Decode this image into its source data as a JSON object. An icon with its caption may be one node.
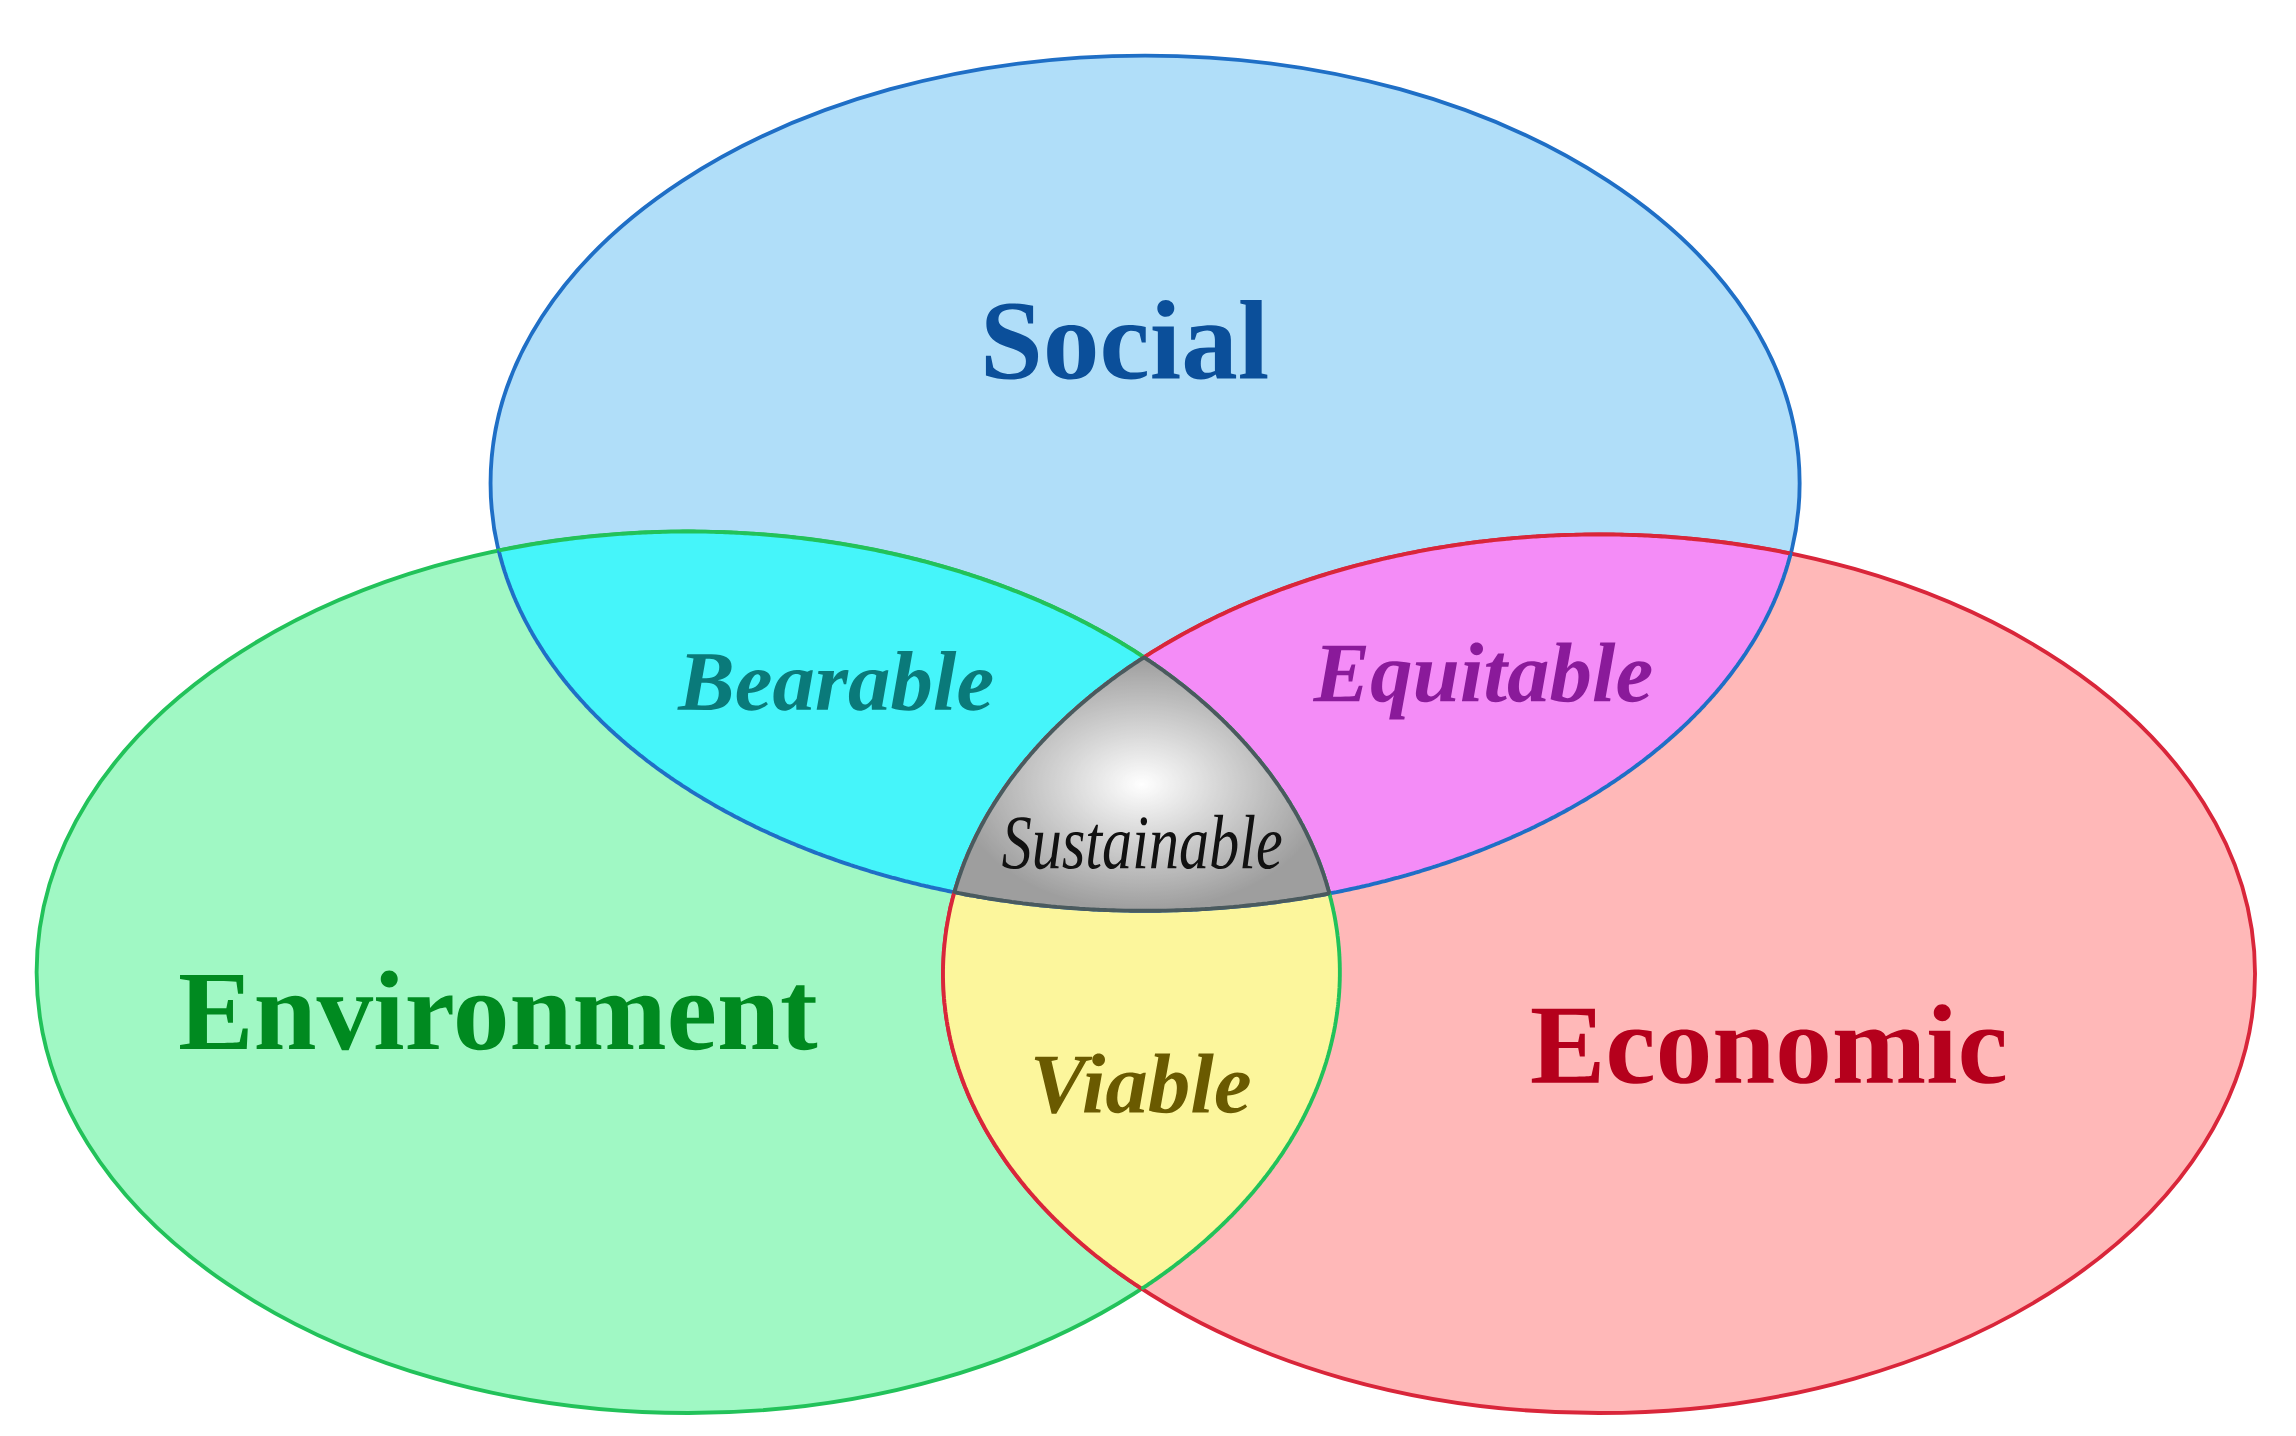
{
  "diagram": {
    "nodes": [
      {
        "text": [
          "Social"
        ]
      },
      {
        "text": [
          "Environment"
        ]
      },
      {
        "text": [
          "Economic"
        ]
      },
      {
        "text": [
          "Bearable"
        ]
      },
      {
        "text": [
          "Equitable"
        ]
      },
      {
        "text": [
          "Viable"
        ]
      },
      {
        "text": [
          "Sustainable"
        ]
      }
    ]
  }
}
